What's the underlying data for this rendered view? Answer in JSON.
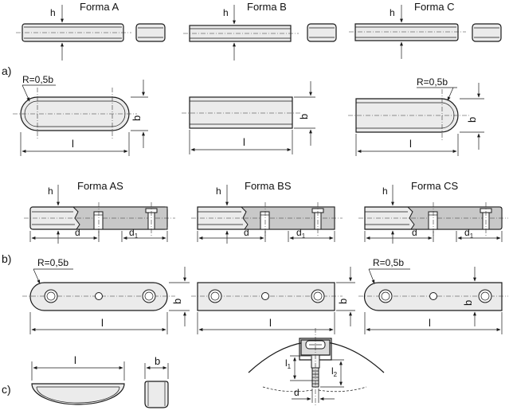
{
  "labels": {
    "forma_a": "Forma A",
    "forma_b": "Forma B",
    "forma_c": "Forma C",
    "forma_as": "Forma AS",
    "forma_bs": "Forma BS",
    "forma_cs": "Forma CS",
    "row_a": "a)",
    "row_b": "b)",
    "row_c": "c)",
    "radius": "R=0,5b",
    "dim_h": "h",
    "dim_b": "b",
    "dim_l": "l",
    "dim_d": "d",
    "dim_d1": "d",
    "dim_d1_sub": "1",
    "dim_l1": "l",
    "dim_l1_sub": "1",
    "dim_l2": "l",
    "dim_l2_sub": "2"
  }
}
